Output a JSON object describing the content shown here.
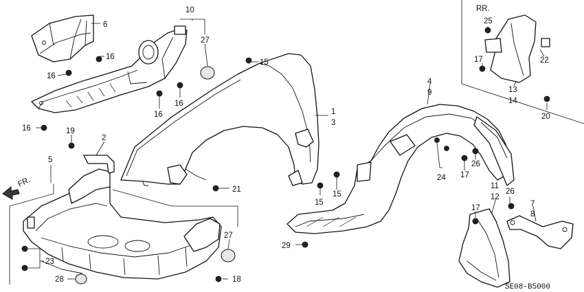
{
  "callouts": {
    "n1": "1",
    "n2": "2",
    "n3": "3",
    "n4": "4",
    "n5": "5",
    "n6": "6",
    "n7": "7",
    "n8": "8",
    "n9": "9",
    "n10": "10",
    "n11": "11",
    "n12": "12",
    "n13": "13",
    "n14": "14",
    "n15": "15",
    "n16": "16",
    "n17": "17",
    "n18": "18",
    "n19": "19",
    "n20": "20",
    "n21": "21",
    "n22": "22",
    "n23": "23",
    "n24": "24",
    "n25": "25",
    "n26": "26",
    "n27": "27",
    "n28": "28",
    "n29": "29"
  },
  "labels": {
    "rear": "RR.",
    "front": "FR.",
    "diagram_code": "SE08-B5000"
  }
}
